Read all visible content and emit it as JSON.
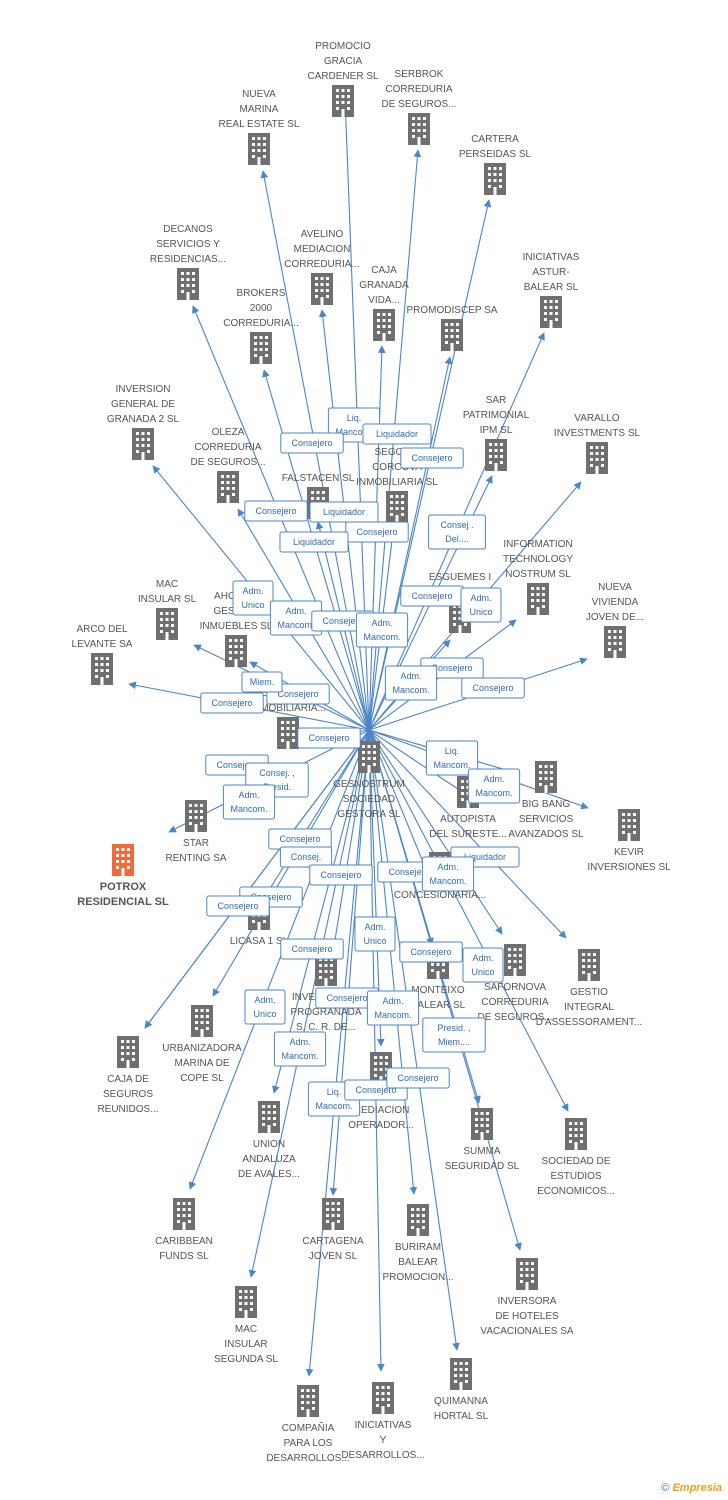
{
  "diagram": {
    "center": {
      "id": "center",
      "label": [
        "GESNOSTRUM",
        "SOCIEDAD",
        "GESTORA  SL"
      ]
    },
    "nodes": [
      {
        "id": "n1",
        "label": [
          "PROMOCIO",
          "GRACIA",
          "CARDENER SL"
        ]
      },
      {
        "id": "n2",
        "label": [
          "SERBROK",
          "CORREDURIA",
          "DE SEGUROS..."
        ]
      },
      {
        "id": "n3",
        "label": [
          "NUEVA",
          "MARINA",
          "REAL ESTATE SL"
        ]
      },
      {
        "id": "n4",
        "label": [
          "CARTERA",
          "PERSEIDAS SL"
        ]
      },
      {
        "id": "n5",
        "label": [
          "DECANOS",
          "SERVICIOS Y",
          "RESIDENCIAS..."
        ]
      },
      {
        "id": "n6",
        "label": [
          "AVELINO",
          "MEDIACION",
          "CORREDURIA..."
        ]
      },
      {
        "id": "n7",
        "label": [
          "CAJA",
          "GRANADA",
          "VIDA..."
        ]
      },
      {
        "id": "n8",
        "label": [
          "INICIATIVAS",
          "ASTUR-",
          "BALEAR SL"
        ]
      },
      {
        "id": "n9",
        "label": [
          "BROKERS",
          "2000",
          "CORREDURIA..."
        ]
      },
      {
        "id": "n10",
        "label": [
          "PROMODISCEP SA"
        ]
      },
      {
        "id": "n11",
        "label": [
          "INVERSION",
          "GENERAL DE",
          "GRANADA 2  SL"
        ]
      },
      {
        "id": "n12",
        "label": [
          "SAR",
          "PATRIMONIAL",
          "IPM SL"
        ]
      },
      {
        "id": "n13",
        "label": [
          "VARALLO",
          "INVESTMENTS SL"
        ]
      },
      {
        "id": "n14",
        "label": [
          "OLEZA",
          "CORREDURIA",
          "DE SEGUROS..."
        ]
      },
      {
        "id": "n15",
        "label": [
          "SEGOVIA",
          "CORCOVA",
          "INMOBILIARIA SL"
        ]
      },
      {
        "id": "n16",
        "label": [
          "FALSTACEN SL"
        ]
      },
      {
        "id": "n17",
        "label": [
          "INFORMATION",
          "TECHNOLOGY",
          "NOSTRUM  SL"
        ]
      },
      {
        "id": "n18",
        "label": [
          "MAC",
          "INSULAR SL"
        ]
      },
      {
        "id": "n19",
        "label": [
          "AHORRO",
          "GESTION",
          "INMUEBLES SL"
        ]
      },
      {
        "id": "n20",
        "label": [
          "ESGUEMES I",
          "DETALLS SL"
        ]
      },
      {
        "id": "n21",
        "label": [
          "NUEVA",
          "VIVIENDA",
          "JOVEN DE..."
        ]
      },
      {
        "id": "n22",
        "label": [
          "ARCO DEL",
          "LEVANTE SA"
        ]
      },
      {
        "id": "n23",
        "label": [
          "GESNOSTRUM",
          "INMOBILIARIA..."
        ]
      },
      {
        "id": "n24",
        "label": [
          "BIG BANG",
          "SERVICIOS",
          "AVANZADOS SL"
        ]
      },
      {
        "id": "n25",
        "label": [
          "STAR",
          "RENTING SA"
        ]
      },
      {
        "id": "n26",
        "label": [
          "AUTOPISTA",
          "DEL SURESTE..."
        ]
      },
      {
        "id": "n27",
        "label": [
          "KEVIR",
          "INVERSIONES SL"
        ]
      },
      {
        "id": "n28",
        "label": [
          "POTROX",
          "RESIDENCIAL SL"
        ],
        "highlight": true
      },
      {
        "id": "n29",
        "label": [
          "CONCESIONARIA..."
        ]
      },
      {
        "id": "n30",
        "label": [
          "LICASA 1 SL"
        ]
      },
      {
        "id": "n31",
        "label": [
          "SAFORNOVA",
          "CORREDURIA",
          "DE SEGUROS..."
        ]
      },
      {
        "id": "n32",
        "label": [
          "GESTIO",
          "INTEGRAL",
          "D'ASSESSORAMENT..."
        ]
      },
      {
        "id": "n33",
        "label": [
          "MONTEIXO",
          "BALEAR SL"
        ]
      },
      {
        "id": "n34",
        "label": [
          "INVERSIONES",
          "PROGRANADA",
          "S. C. R. DE..."
        ]
      },
      {
        "id": "n35",
        "label": [
          "URBANIZADORA",
          "MARINA DE",
          "COPE SL"
        ]
      },
      {
        "id": "n36",
        "label": [
          "CAJA DE",
          "SEGUROS",
          "REUNIDOS..."
        ]
      },
      {
        "id": "n37",
        "label": [
          "BMN",
          "MEDIACION",
          "OPERADOR..."
        ]
      },
      {
        "id": "n38",
        "label": [
          "UNION",
          "ANDALUZA",
          "DE AVALES..."
        ]
      },
      {
        "id": "n39",
        "label": [
          "SUMMA",
          "SEGURIDAD SL"
        ]
      },
      {
        "id": "n40",
        "label": [
          "SOCIEDAD DE",
          "ESTUDIOS",
          "ECONOMICOS..."
        ]
      },
      {
        "id": "n41",
        "label": [
          "CARIBBEAN",
          "FUNDS SL"
        ]
      },
      {
        "id": "n42",
        "label": [
          "CARTAGENA",
          "JOVEN SL"
        ]
      },
      {
        "id": "n43",
        "label": [
          "BURIRAM",
          "BALEAR",
          "PROMOCION..."
        ]
      },
      {
        "id": "n44",
        "label": [
          "INVERSORA",
          "DE HOTELES",
          "VACACIONALES SA"
        ]
      },
      {
        "id": "n45",
        "label": [
          "MAC",
          "INSULAR",
          "SEGUNDA SL"
        ]
      },
      {
        "id": "n46",
        "label": [
          "QUIMANNA",
          "HORTAL SL"
        ]
      },
      {
        "id": "n47",
        "label": [
          "COMPAÑIA",
          "PARA LOS",
          "DESARROLLOS..."
        ]
      },
      {
        "id": "n48",
        "label": [
          "INICIATIVAS",
          "Y",
          "DESARROLLOS..."
        ]
      }
    ],
    "edge_labels": [
      [
        "Liq.",
        "Mancom."
      ],
      [
        "Consejero"
      ],
      [
        "Liquidador"
      ],
      [
        "Consejero"
      ],
      [
        "Consejero"
      ],
      [
        "Liquidador"
      ],
      [
        "Consejero"
      ],
      [
        "Liquidador"
      ],
      [
        "Consej .",
        "Del...."
      ],
      [
        "Consejero"
      ],
      [
        "Adm.",
        "Unico"
      ],
      [
        "Adm.",
        "Unico"
      ],
      [
        "Adm.",
        "Mancom."
      ],
      [
        "Consejero"
      ],
      [
        "Adm.",
        "Mancom."
      ],
      [
        "Consejero"
      ],
      [
        "Adm.",
        "Mancom."
      ],
      [
        "Consejero"
      ],
      [
        "Consejero"
      ],
      [
        "Miem."
      ],
      [
        "Consejero"
      ],
      [
        "Consejero"
      ],
      [
        "Consejero"
      ],
      [
        "Liq.",
        "Mancom."
      ],
      [
        "Adm.",
        "Mancom."
      ],
      [
        "Consej. ,",
        "Presid."
      ],
      [
        "Adm.",
        "Mancom."
      ],
      [
        "Consejero"
      ],
      [
        "Liquidador"
      ],
      [
        "Consej."
      ],
      [
        "Consejero"
      ],
      [
        "Consejero"
      ],
      [
        "Adm.",
        "Mancom."
      ],
      [
        "Consejero"
      ],
      [
        "Consejero"
      ],
      [
        "Adm.",
        "Unico"
      ],
      [
        "Consejero"
      ],
      [
        "Consejero"
      ],
      [
        "Adm.",
        "Unico"
      ],
      [
        "Consejero"
      ],
      [
        "Adm.",
        "Unico"
      ],
      [
        "Adm.",
        "Mancom."
      ],
      [
        "Presid. ,",
        "Miem...."
      ],
      [
        "Adm.",
        "Mancom."
      ],
      [
        "Liq.",
        "Mancom."
      ],
      [
        "Consejero"
      ],
      [
        "Consejero"
      ]
    ]
  },
  "footer": {
    "copyright": "©",
    "brand": "Empresia"
  },
  "colors": {
    "node": "#6f6f6f",
    "highlight": "#f26a3a",
    "edge": "#4a86c8"
  }
}
